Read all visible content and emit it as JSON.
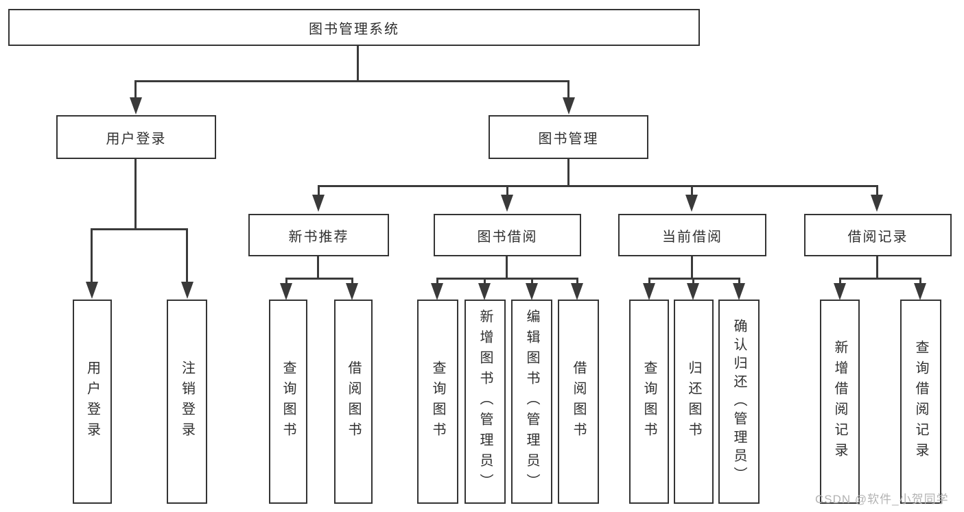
{
  "diagram": {
    "title_node": {
      "label": "图书管理系统"
    },
    "level2": [
      {
        "id": "user-login",
        "label": "用户登录"
      },
      {
        "id": "book-management",
        "label": "图书管理"
      }
    ],
    "level3": [
      {
        "id": "new-book-recommend",
        "label": "新书推荐"
      },
      {
        "id": "book-borrow",
        "label": "图书借阅"
      },
      {
        "id": "current-borrow",
        "label": "当前借阅"
      },
      {
        "id": "borrow-records",
        "label": "借阅记录"
      }
    ],
    "level4": {
      "user_login": [
        {
          "label": "用户登录"
        },
        {
          "label": "注销登录"
        }
      ],
      "new_book": [
        {
          "label": "查询图书"
        },
        {
          "label": "借阅图书"
        }
      ],
      "book_borrow": [
        {
          "label": "查询图书"
        },
        {
          "label": "新增图书（管理员）"
        },
        {
          "label": "编辑图书（管理员）"
        },
        {
          "label": "借阅图书"
        }
      ],
      "current_borrow": [
        {
          "label": "查询图书"
        },
        {
          "label": "归还图书"
        },
        {
          "label": "确认归还（管理员）"
        }
      ],
      "records": [
        {
          "label": "新增借阅记录"
        },
        {
          "label": "查询借阅记录"
        }
      ]
    }
  },
  "watermark": "CSDN @软件_小贺同学",
  "colors": {
    "line": "#3a3a3a",
    "box_border": "#343434",
    "text": "#2f2f2f",
    "watermark": "#b3b3b3",
    "background": "#ffffff"
  }
}
